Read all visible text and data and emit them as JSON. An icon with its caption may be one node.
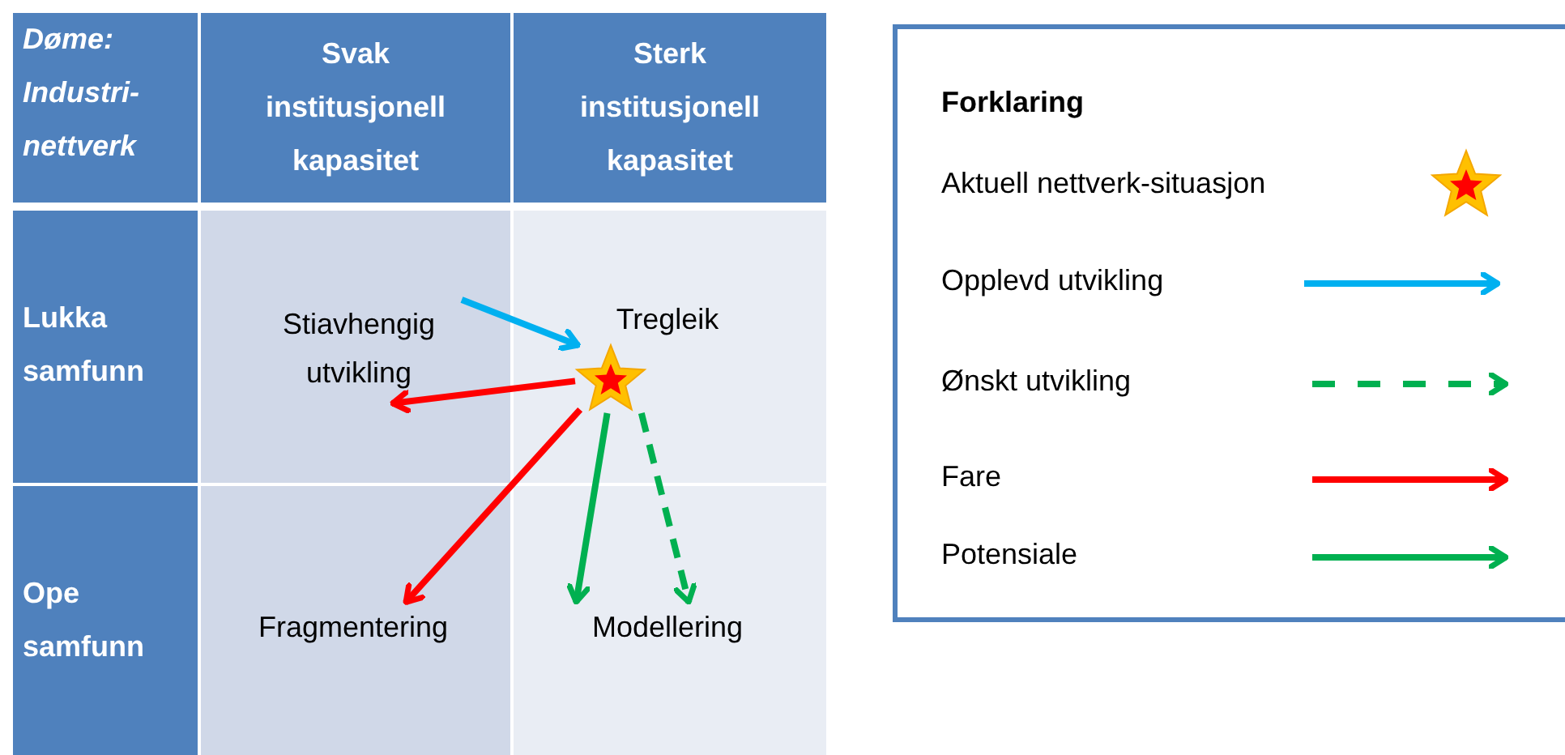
{
  "diagram": {
    "nodes": [
      {
        "text": [
          "Døme: Industri-nettverk"
        ]
      },
      {
        "text": [
          "Svak institusjonell kapasitet"
        ]
      },
      {
        "text": [
          "Sterk institusjonell kapasitet"
        ]
      },
      {
        "text": [
          "Lukka samfunn"
        ]
      },
      {
        "text": [
          "Stiavhengig utvikling"
        ]
      },
      {
        "text": [
          "Tregleik"
        ]
      },
      {
        "text": [],
        "shape": "star"
      },
      {
        "text": [
          "Ope samfunn"
        ]
      },
      {
        "text": [
          "Fragmentering"
        ]
      },
      {
        "text": [
          "Modellering"
        ]
      }
    ],
    "edges": [
      {
        "from": 4,
        "to": 6,
        "arrow": "to",
        "color": "#00b0f0"
      },
      {
        "from": 6,
        "to": 4,
        "arrow": "to",
        "color": "#ff0000"
      },
      {
        "from": 6,
        "to": 8,
        "arrow": "to",
        "color": "#ff0000"
      },
      {
        "from": 6,
        "to": 9,
        "arrow": "to",
        "color": "#00b050"
      },
      {
        "from": 6,
        "to": 9,
        "arrow": "to",
        "style": "dashed",
        "color": "#00b050"
      }
    ],
    "labels": [
      "Forklaring"
    ],
    "legend": [
      {
        "text": "Aktuell nettverk-situasjon"
      },
      {
        "text": "Opplevd utvikling"
      },
      {
        "text": "Ønskt utvikling"
      },
      {
        "text": "Fare"
      },
      {
        "text": "Potensiale"
      }
    ]
  }
}
